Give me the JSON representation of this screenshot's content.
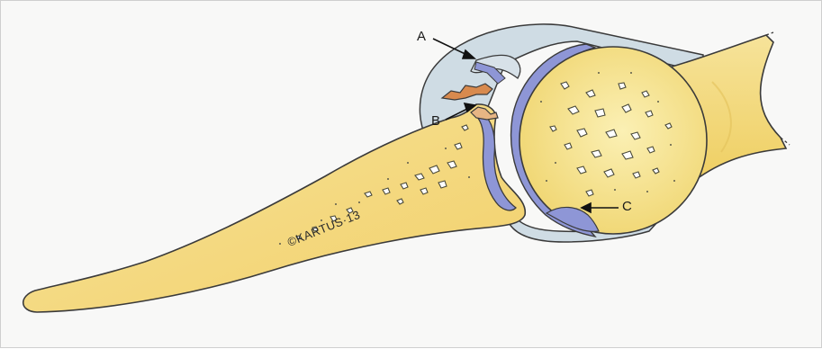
{
  "labels": {
    "a": "A",
    "b": "B",
    "c": "C"
  },
  "signature": "©KARTUS·13",
  "colors": {
    "bone": "#f3dc79",
    "bone_light": "#fbf0b4",
    "cartilage": "#8e96d6",
    "capsule": "#cfdce4",
    "outline": "#3a3a3a",
    "torn_edge": "#d88a4e"
  }
}
